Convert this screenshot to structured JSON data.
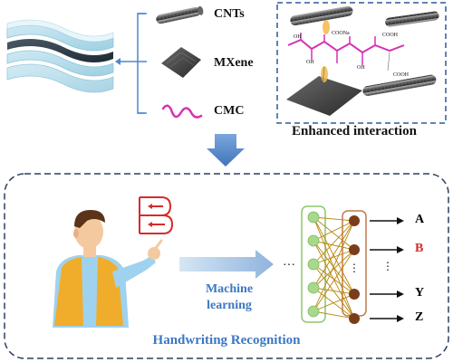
{
  "components": {
    "cnt_label": "CNTs",
    "mxene_label": "MXene",
    "cmc_label": "CMC"
  },
  "interaction_panel": {
    "caption": "Enhanced interaction",
    "oh_label": "OH",
    "coona_label": "COONa",
    "cooh_label": "COOH"
  },
  "bottom_panel": {
    "title": "Handwriting Recognition",
    "ml_line1": "Machine",
    "ml_line2": "learning",
    "drawn_letter": "B",
    "ellipsis": "···"
  },
  "outputs": [
    {
      "label": "A",
      "color": "#111111"
    },
    {
      "label": "B",
      "color": "#d62b2b"
    },
    {
      "label": "Y",
      "color": "#111111"
    },
    {
      "label": "Z",
      "color": "#111111"
    }
  ],
  "colors": {
    "dash_blue": "#2d5a9c",
    "arrow_blue": "#4f86c9",
    "cmc_magenta": "#d531b5",
    "node_green": "#a8d88c",
    "node_brown": "#7a3d1a",
    "film_blue": "#bfe2ee",
    "film_dark": "#2c3e4e"
  }
}
